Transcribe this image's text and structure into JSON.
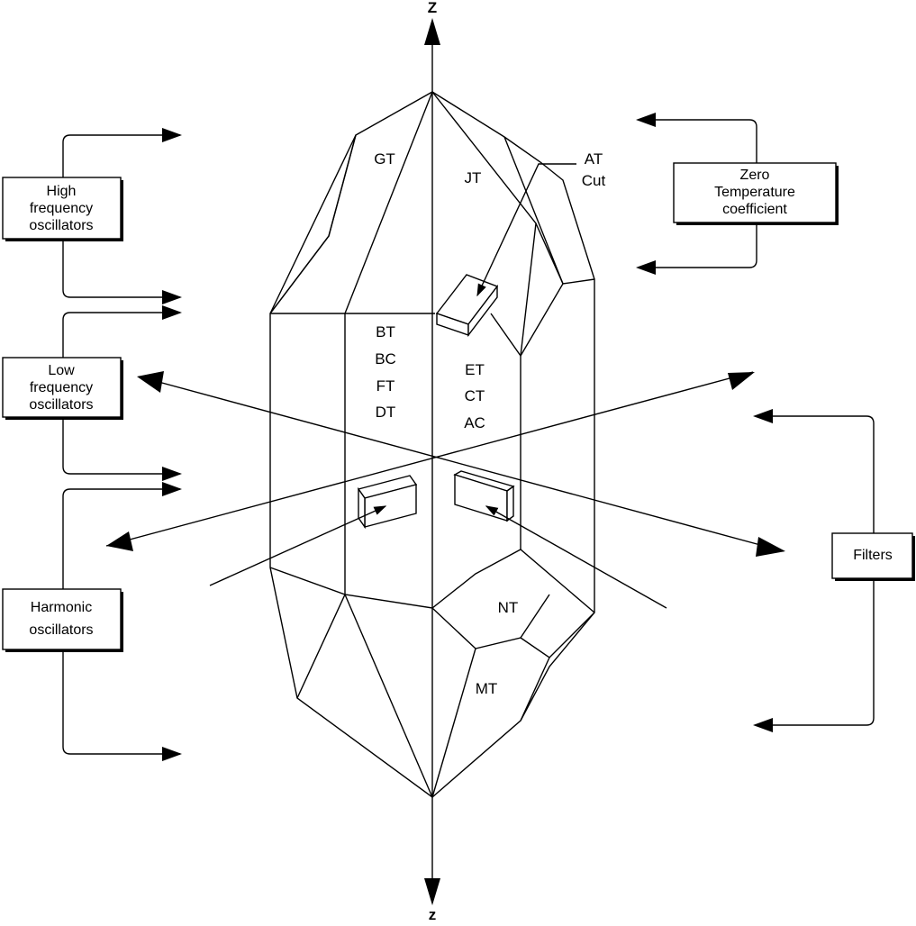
{
  "axis": {
    "top_label": "Z",
    "bottom_label": "z"
  },
  "cut_labels": {
    "gt": "GT",
    "jt": "JT",
    "at_line1": "AT",
    "at_line2": "Cut",
    "bt": "BT",
    "bc": "BC",
    "ft": "FT",
    "dt": "DT",
    "et": "ET",
    "ct": "CT",
    "ac": "AC",
    "nt": "NT",
    "mt": "MT"
  },
  "boxes": {
    "high_freq": [
      "High",
      "frequency",
      "oscillators"
    ],
    "low_freq": [
      "Low",
      "frequency",
      "oscillators"
    ],
    "harmonic": [
      "Harmonic",
      "oscillators"
    ],
    "zero_temp": [
      "Zero",
      "Temperature",
      "coefficient"
    ],
    "filters": [
      "Filters"
    ]
  }
}
